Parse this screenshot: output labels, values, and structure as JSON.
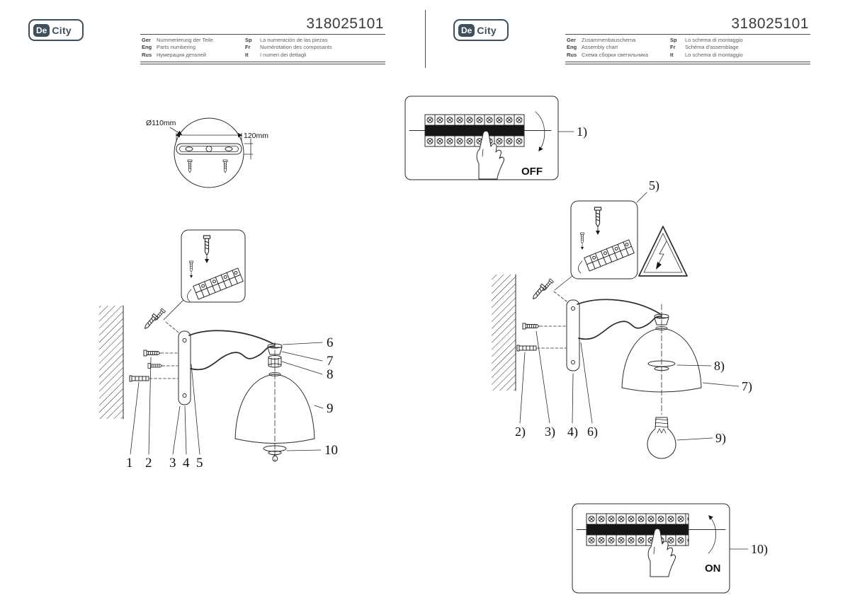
{
  "left_panel": {
    "logo": {
      "de": "De",
      "city": "City"
    },
    "title": "318025101",
    "languages": [
      {
        "code": "Ger",
        "text": "Nummerierung der Teile"
      },
      {
        "code": "Eng",
        "text": "Parts numbering"
      },
      {
        "code": "Rus",
        "text": "Нумерация деталей"
      },
      {
        "code": "Sp",
        "text": "La numeración de las piezas"
      },
      {
        "code": "Fr",
        "text": "Numérotation des composants"
      },
      {
        "code": "It",
        "text": "I numeri dei dettagli"
      }
    ],
    "dimensions": {
      "diameter": "Ø110mm",
      "width": "120mm"
    },
    "part_numbers": [
      "1",
      "2",
      "3",
      "4",
      "5",
      "6",
      "7",
      "8",
      "9",
      "10"
    ]
  },
  "right_panel": {
    "logo": {
      "de": "De",
      "city": "City"
    },
    "title": "318025101",
    "languages": [
      {
        "code": "Ger",
        "text": "Zusammenbauschema"
      },
      {
        "code": "Eng",
        "text": "Assembly chart"
      },
      {
        "code": "Rus",
        "text": "Схема сборки светильника"
      },
      {
        "code": "Sp",
        "text": "Lo schema di montaggio"
      },
      {
        "code": "Fr",
        "text": "Schéma d'assemblage"
      },
      {
        "code": "It",
        "text": "Lo schema di montaggio"
      }
    ],
    "steps": [
      "1)",
      "2)",
      "3)",
      "4)",
      "5)",
      "6)",
      "7)",
      "8)",
      "9)",
      "10)"
    ],
    "power_off": "OFF",
    "power_on": "ON"
  }
}
